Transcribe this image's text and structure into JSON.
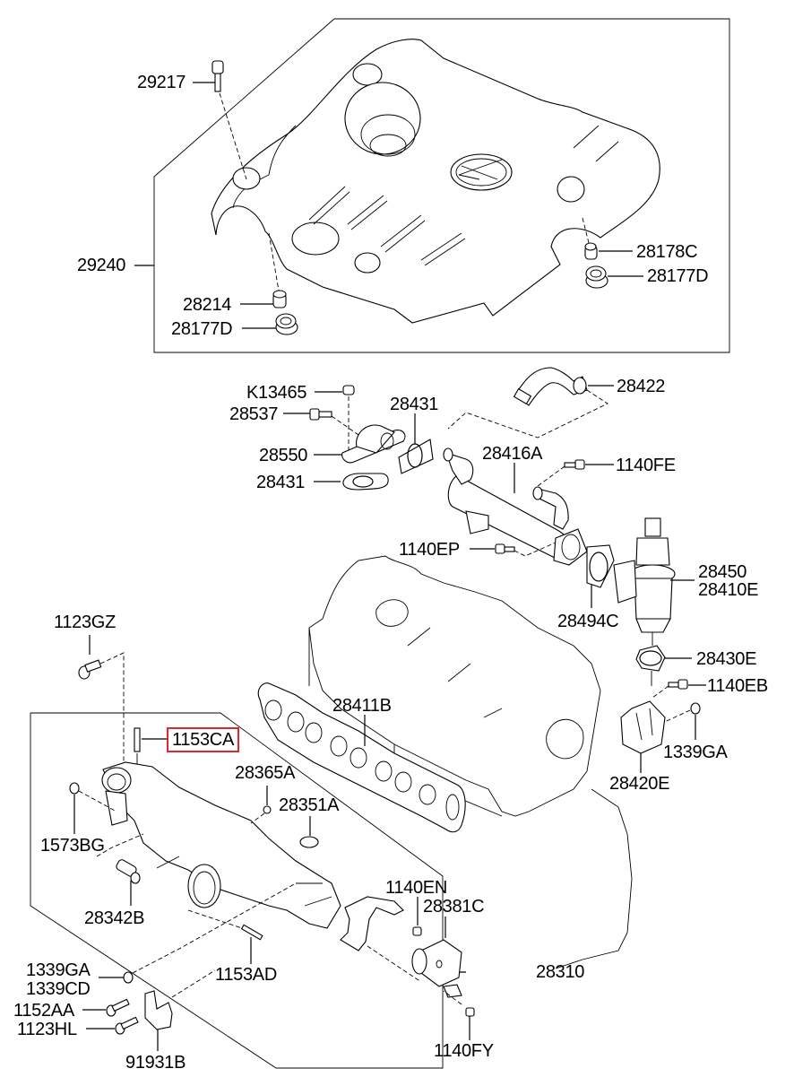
{
  "diagram": {
    "title": "Engine cover, EGR and intake manifold exploded parts diagram",
    "highlight_color": "#d9292f",
    "groups": {
      "engine_cover_assembly": {
        "label": "29240",
        "parts": {
          "bolt": "29217",
          "bushing_left": "28214",
          "grommet_left": "28177D",
          "bushing_right": "28178C",
          "grommet_right": "28177D"
        }
      },
      "egr_system": {
        "nut": "K13465",
        "bolt": "28537",
        "gasket_upper": "28431",
        "pipe_adapter": "28550",
        "gasket_lower": "28431",
        "hose": "28422",
        "cooler": "28416A",
        "cooler_bolt": "1140FE",
        "cooler_bolt_lower": "1140EP",
        "egr_gasket": "28494C",
        "egr_valve_line1": "28450",
        "egr_valve_line2": "28410E",
        "valve_gasket": "28430E",
        "housing_bolt": "1140EB",
        "housing_nut": "1339GA",
        "housing": "28420E"
      },
      "cylinder_head": {
        "manifold_gasket": "28411B",
        "stud_bolt": "1123GZ"
      },
      "intake_manifold_assembly": {
        "label": "28310",
        "parts": {
          "stud_highlighted": "1153CA",
          "cap": "28365A",
          "plate": "28351A",
          "plug": "1573BG",
          "nipple": "28342B",
          "bracket_bolt": "1140EN",
          "actuator": "28381C",
          "stud_lower": "1153AD",
          "nut_line1": "1339GA",
          "nut_line2": "1339CD",
          "bolt_1": "1152AA",
          "bolt_2": "1123HL",
          "bracket": "91931B",
          "actuator_bolt": "1140FY"
        }
      }
    }
  }
}
